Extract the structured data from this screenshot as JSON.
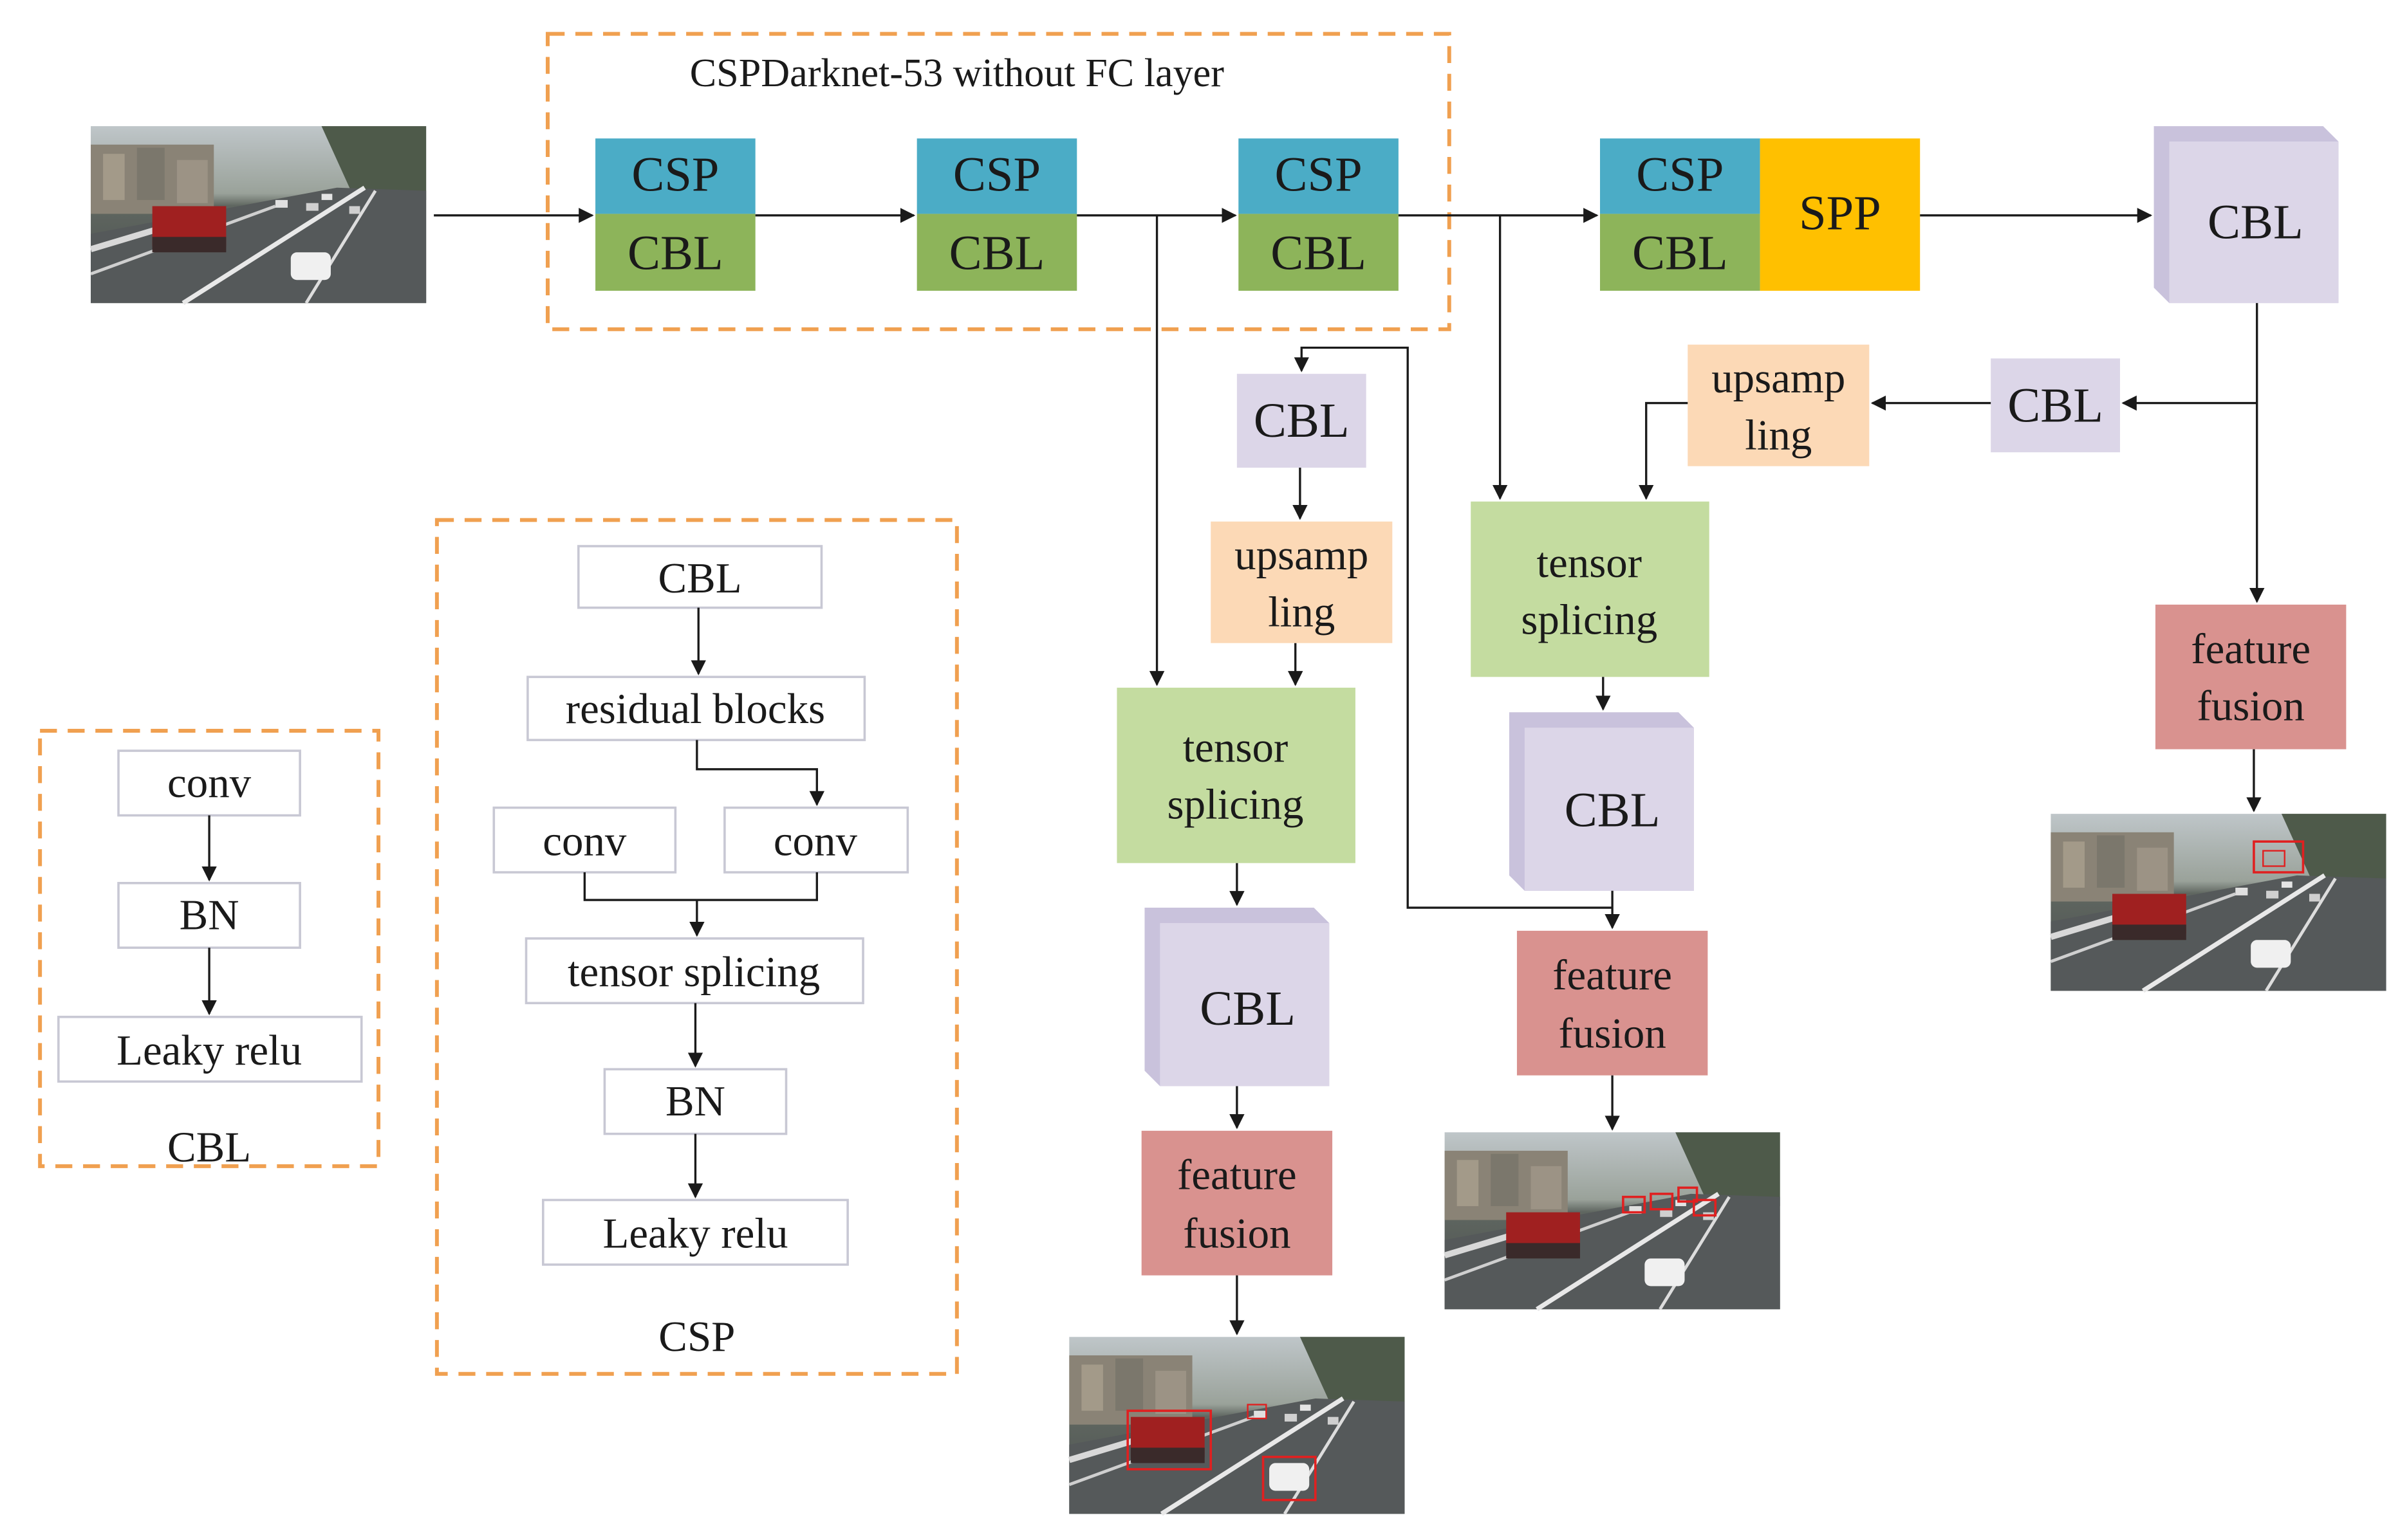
{
  "colors": {
    "csp": "#4bacc6",
    "cbl_green": "#8db45a",
    "spp": "#ffc000",
    "cbl_lilac": "#dcd6e8",
    "upsample": "#fcd9b6",
    "tensor": "#c4dca0",
    "fusion": "#d9928f",
    "dashed_border": "#f0a050"
  },
  "backbone": {
    "title": "CSPDarknet-53 without FC layer",
    "stages": [
      {
        "top": "CSP",
        "bottom": "CBL"
      },
      {
        "top": "CSP",
        "bottom": "CBL"
      },
      {
        "top": "CSP",
        "bottom": "CBL"
      }
    ]
  },
  "neck": {
    "csp4_top": "CSP",
    "csp4_bottom": "CBL",
    "spp": "SPP",
    "cbl_main": "CBL",
    "cbl_right_small": "CBL",
    "upsample_right": [
      "upsamp",
      "ling"
    ],
    "tensor_mid": [
      "tensor",
      "splicing"
    ],
    "cbl_mid_cube": "CBL",
    "fusion_mid": [
      "feature",
      "fusion"
    ],
    "cbl_left_small": "CBL",
    "upsample_left": [
      "upsamp",
      "ling"
    ],
    "tensor_left": [
      "tensor",
      "splicing"
    ],
    "cbl_left_cube": "CBL",
    "fusion_left": [
      "feature",
      "fusion"
    ],
    "fusion_right": [
      "feature",
      "fusion"
    ]
  },
  "cbl_legend": {
    "title": "CBL",
    "steps": [
      "conv",
      "BN",
      "Leaky relu"
    ]
  },
  "csp_legend": {
    "title": "CSP",
    "cbl": "CBL",
    "residual": "residual blocks",
    "conv_left": "conv",
    "conv_right": "conv",
    "tensor": "tensor splicing",
    "bn": "BN",
    "relu": "Leaky relu"
  },
  "images": [
    {
      "name": "input-road-image",
      "detections": 0
    },
    {
      "name": "output-road-image-large",
      "detections": 2
    },
    {
      "name": "output-road-image-medium",
      "detections": 4
    },
    {
      "name": "output-road-image-small",
      "detections": 3
    }
  ]
}
